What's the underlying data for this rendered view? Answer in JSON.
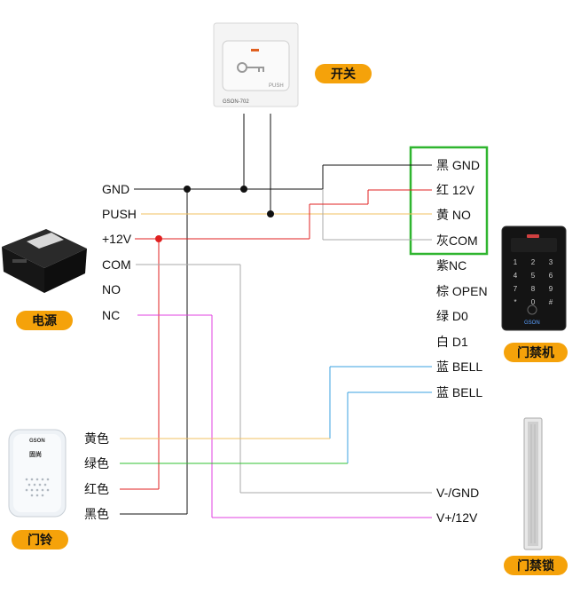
{
  "switch": {
    "tag": "开关",
    "model": "GSON-702",
    "push_text": "PUSH"
  },
  "power": {
    "tag": "电源"
  },
  "bell": {
    "tag": "门铃",
    "brand": "GSON",
    "brand_cn": "固尚"
  },
  "reader": {
    "tag": "门禁机",
    "brand": "GSON",
    "keys": [
      "1",
      "2",
      "3",
      "4",
      "5",
      "6",
      "7",
      "8",
      "9",
      "*",
      "0",
      "#"
    ]
  },
  "lock": {
    "tag": "门禁锁"
  },
  "left_terms": [
    "GND",
    "PUSH",
    "+12V",
    "COM",
    "NO",
    "NC"
  ],
  "right_terms": [
    "黑 GND",
    "红 12V",
    "黄 NO",
    "灰COM",
    "紫NC",
    "棕 OPEN",
    "绿 D0",
    "白 D1",
    "蓝 BELL",
    "蓝 BELL"
  ],
  "bell_wires": [
    "黄色",
    "绿色",
    "红色",
    "黑色"
  ],
  "lock_terms": [
    "V-/GND",
    "V+/12V"
  ],
  "colors": {
    "tag_bg": "#f5a20a",
    "black_wire": "#111111",
    "red_wire": "#e02020",
    "yellow_wire": "#f0c060",
    "gray_wire": "#a8a8a8",
    "magenta_wire": "#e040e0",
    "blue_wire": "#3aa0e0",
    "green_wire": "#30c030",
    "highlight_box": "#2fb52f"
  }
}
